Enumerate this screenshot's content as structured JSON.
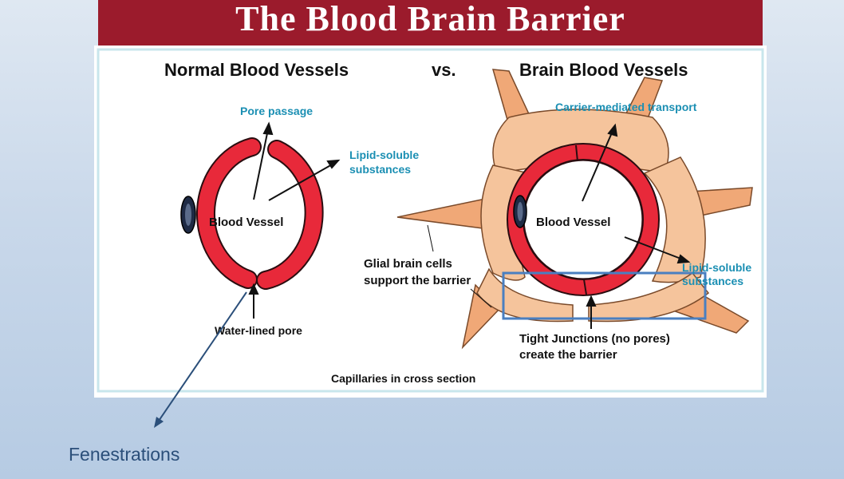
{
  "title": "The Blood Brain Barrier",
  "diagram": {
    "left_heading": "Normal Blood Vessels",
    "vs_label": "vs.",
    "right_heading": "Brain Blood Vessels",
    "pore_passage": "Pore passage",
    "lipid_soluble_line1": "Lipid-soluble",
    "lipid_soluble_line2": "substances",
    "blood_vessel": "Blood Vessel",
    "water_lined_pore": "Water-lined pore",
    "carrier_mediated": "Carrier-mediated transport",
    "glial_line1": "Glial brain cells",
    "glial_line2": "support the barrier",
    "tight_line1": "Tight Junctions (no pores)",
    "tight_line2": "create the barrier",
    "footer": "Capillaries in cross section"
  },
  "annotation": {
    "label": "Fenestrations"
  },
  "colors": {
    "banner": "#9b1b2c",
    "vessel_red": "#e8293a",
    "glia_fill": "#f5c49c",
    "glia_stroke": "#7a4a2a",
    "label_teal": "#1b8fb3",
    "highlight_box": "#4a7fc0",
    "annotation_text": "#2b4f7a"
  }
}
